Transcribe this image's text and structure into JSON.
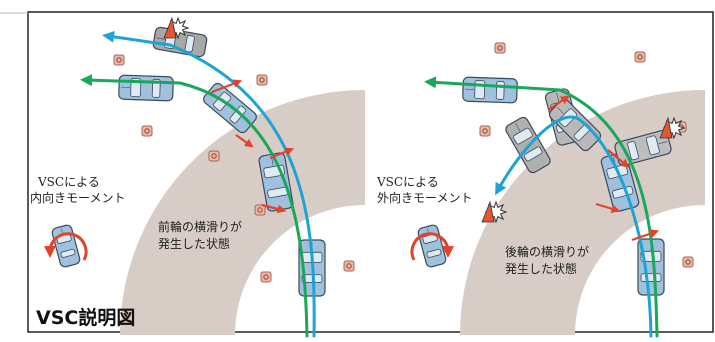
{
  "caption": "VSC説明図",
  "colors": {
    "road": "#d8ccc6",
    "car_body": "#9fc1de",
    "car_outline": "#3a4a5a",
    "car_gray": "#b9b9b9",
    "cone": "#e9b9a5",
    "arrow_blue": "#1ea3d6",
    "arrow_green": "#19a85a",
    "moment_arrow": "#e0452a",
    "slip_arrow": "#e0452a"
  },
  "left_panel": {
    "moment_label": [
      "VSCによる",
      "内向きモーメント"
    ],
    "state_label": [
      "前輪の横滑りが",
      "発生した状態"
    ],
    "icons": [
      "car-icon",
      "cone-icon",
      "crash-icon",
      "rotation-arrow-icon"
    ]
  },
  "right_panel": {
    "moment_label": [
      "VSCによる",
      "外向きモーメント"
    ],
    "state_label": [
      "後輪の横滑りが",
      "発生した状態"
    ],
    "icons": [
      "car-icon",
      "cone-icon",
      "crash-icon",
      "rotation-arrow-icon"
    ]
  }
}
